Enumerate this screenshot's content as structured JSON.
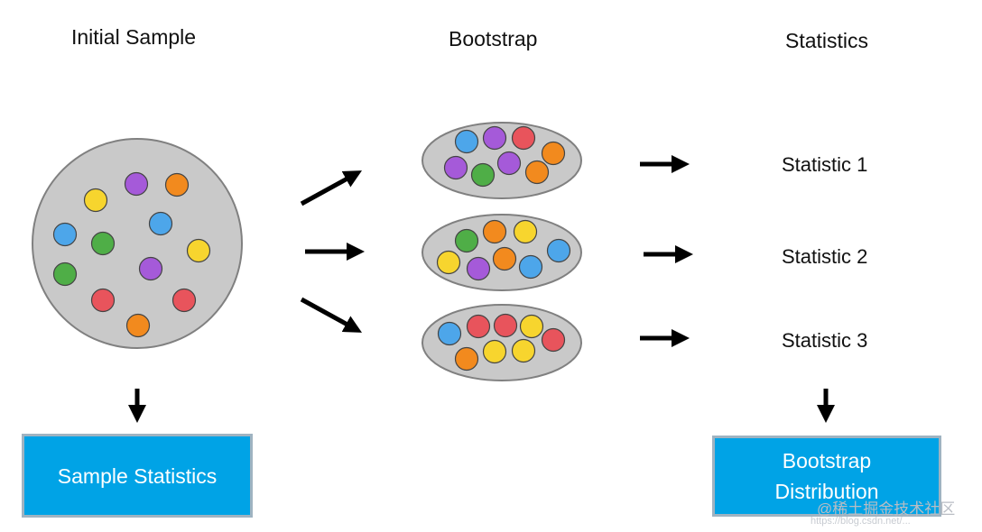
{
  "headers": {
    "initial": "Initial Sample",
    "bootstrap": "Bootstrap",
    "statistics": "Statistics"
  },
  "statistics": [
    "Statistic 1",
    "Statistic 2",
    "Statistic 3"
  ],
  "boxes": {
    "sample": "Sample Statistics",
    "distribution_line1": "Bootstrap",
    "distribution_line2": "Distribution"
  },
  "colors": {
    "blue": "#4da6ea",
    "purple": "#a55ad9",
    "orange": "#f28a1e",
    "yellow": "#f7d52e",
    "green": "#4fae47",
    "red": "#e8545c",
    "container_fill": "#c9c9c9",
    "container_stroke": "#808080",
    "box_fill": "#00a3e6"
  },
  "initial_sample_balls": [
    "yellow",
    "purple",
    "orange",
    "blue",
    "green",
    "blue",
    "yellow",
    "green",
    "purple",
    "red",
    "red",
    "orange"
  ],
  "bootstrap_samples": [
    [
      "blue",
      "purple",
      "red",
      "orange",
      "purple",
      "green",
      "purple",
      "orange"
    ],
    [
      "green",
      "orange",
      "yellow",
      "blue",
      "yellow",
      "purple",
      "orange",
      "blue"
    ],
    [
      "blue",
      "red",
      "red",
      "yellow",
      "red",
      "orange",
      "yellow",
      "yellow"
    ]
  ],
  "watermark": {
    "main": "@稀土掘金技术社区",
    "sub": "https://blog.csdn.net/..."
  }
}
